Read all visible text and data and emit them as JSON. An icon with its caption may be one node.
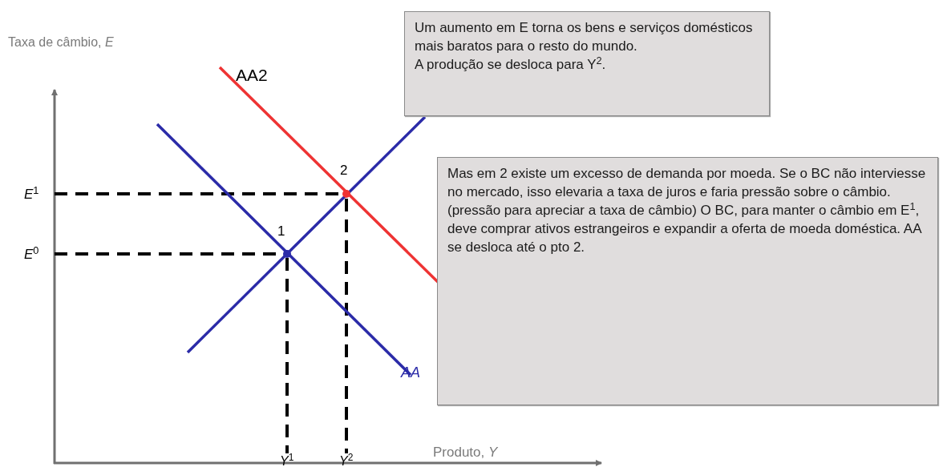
{
  "diagram": {
    "nodes": [
      {
        "text": [
          "Um aumento em E torna os bens e serviços domésticos mais baratos para o resto do mundo.",
          "A produção se desloca para Y$^{2}$."
        ]
      },
      {
        "text": [
          "Mas em 2 existe um excesso de demanda por moeda. Se o BC não interviesse no mercado, isso elevaria a taxa de juros e faria pressão sobre o câmbio.(pressão para apreciar a taxa de câmbio) O BC, para manter o câmbio em E$^{1}$, deve comprar ativos estrangeiros e expandir a oferta de moeda doméstica.  AA se  desloca até o pto 2."
        ]
      }
    ],
    "edges": [],
    "labels": [
      "Taxa de câmbio, *E*",
      "AA2",
      "2",
      "*E*$^{1}$",
      "1",
      "*E*$^{0}$",
      "AA",
      "*Y*$^{1}$",
      "*Y*$^{2}$",
      "Produto, *Y*"
    ]
  }
}
